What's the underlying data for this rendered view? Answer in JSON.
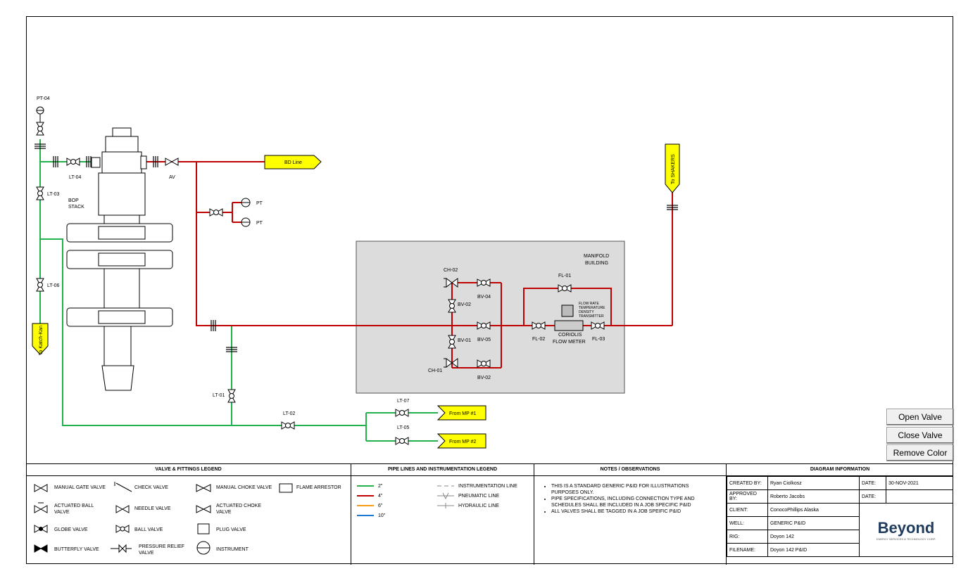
{
  "buttons": {
    "open": "Open Valve",
    "close": "Close Valve",
    "remove": "Remove Color"
  },
  "diagram": {
    "labels": {
      "pt04": "PT-04",
      "lt04": "LT-04",
      "lt03": "LT-03",
      "lt06": "LT-06",
      "lt01": "LT-01",
      "lt02": "LT-02",
      "lt07": "LT-07",
      "lt05": "LT-05",
      "av": "AV",
      "bop1": "BOP",
      "bop2": "STACK",
      "pt_a": "PT",
      "pt_b": "PT",
      "bd_line": "BD Line",
      "shakers": "To SHAKERS",
      "katch": "To Katch-Kan",
      "mp1": "From MP #1",
      "mp2": "From MP #2",
      "manifold1": "MANIFOLD",
      "manifold2": "BUILDING",
      "ch02": "CH-02",
      "ch01": "CH-01",
      "bv02": "BV-02",
      "bv01": "BV-01",
      "bv04": "BV-04",
      "bv05": "BV-05",
      "bvm02": "BV-02",
      "fl01": "FL-01",
      "fl02": "FL-02",
      "fl03": "FL-03",
      "coriolis1": "CORIOLIS",
      "coriolis2": "FLOW METER",
      "tx1": "FLOW RATE",
      "tx2": "TEMPERATURE",
      "tx3": "DENSITY",
      "tx4": "TRANSMITTER"
    }
  },
  "legend": {
    "valves_title": "VALVE & FITTINGS LEGEND",
    "valves": {
      "manual_gate": "MANUAL GATE VALVE",
      "check": "CHECK VALVE",
      "manual_choke": "MANUAL CHOKE VALVE",
      "flame": "FLAME ARRESTOR",
      "actuated_ball": "ACTUATED BALL VALVE",
      "needle": "NEEDLE VALVE",
      "actuated_choke": "ACTUATED CHOKE VALVE",
      "globe": "GLOBE VALVE",
      "ball": "BALL VALVE",
      "plug": "PLUG VALVE",
      "butterfly": "BUTTERFLY VALVE",
      "prv": "PRESSURE RELIEF VALVE",
      "instrument": "INSTRUMENT"
    },
    "pipes_title": "PIPE LINES AND INSTRUMENTATION LEGEND",
    "pipes": [
      {
        "label": "2\"",
        "color": "#22b14c"
      },
      {
        "label": "4\"",
        "color": "#c00000"
      },
      {
        "label": "6\"",
        "color": "#f39c12"
      },
      {
        "label": "10\"",
        "color": "#1f77d0"
      }
    ],
    "lines": {
      "instrumentation": "INSTRUMENTATION LINE",
      "pneumatic": "PNEUMATIC LINE",
      "hydraulic": "HYDRAULIC LINE"
    },
    "notes_title": "NOTES / OBSERVATIONS",
    "notes": [
      "THIS IS A STANDARD GENERIC P&ID FOR ILLUSTRATIONS PURPOSES ONLY.",
      "PIPE SPECIFICATIONS, INCLUDING CONNECTION TYPE AND SCHEDULES SHALL BE INCLUDED IN A JOB SPECIFIC P&ID",
      "ALL VALVES SHALL BE TAGGED IN A JOB SPEIFIC P&ID"
    ],
    "info_title": "DIAGRAM INFORMATION",
    "info": {
      "created_by_label": "CREATED BY:",
      "created_by": "Ryan Ciolkosz",
      "date_label": "DATE:",
      "date": "30-NOV-2021",
      "approved_by_label": "APPROVED BY:",
      "approved_by": "Roberto Jacobs",
      "date2_label": "DATE:",
      "date2": "",
      "client_label": "CLIENT:",
      "client": "ConocoPhillips Alaska",
      "well_label": "WELL:",
      "well": "GENERIC P&ID",
      "rig_label": "RIG:",
      "rig": "Doyon 142",
      "filename_label": "FILENAME:",
      "filename": "Doyon 142 P&ID"
    },
    "logo_text": "Beyond",
    "logo_sub": "ENERGY SERVICES & TECHNOLOGY CORP."
  },
  "colors": {
    "red": "#c00000",
    "green": "#22b14c",
    "yellow": "#ffff00"
  }
}
